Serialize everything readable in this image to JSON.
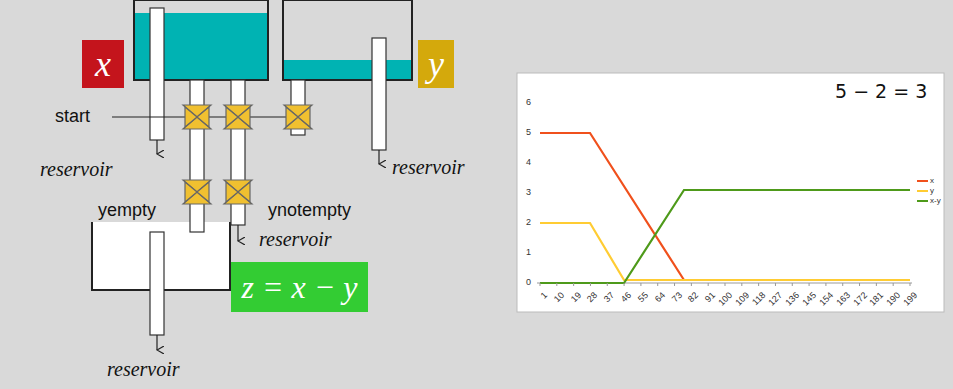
{
  "diagram": {
    "nodes": [
      {
        "text": [
          "x"
        ]
      },
      {
        "text": [
          "y"
        ]
      },
      {
        "text": [
          "z = x − y"
        ]
      }
    ],
    "labels": [
      "start",
      "reservoir",
      "reservoir",
      "yempty",
      "ynotempty",
      "reservoir",
      "reservoir",
      "5 − 2 = 3",
      "0",
      "1",
      "2",
      "3",
      "4",
      "5",
      "6",
      "1",
      "10",
      "19",
      "28",
      "37",
      "46",
      "55",
      "64",
      "73",
      "82",
      "91",
      "100",
      "109",
      "118",
      "127",
      "136",
      "145",
      "154",
      "163",
      "172",
      "181",
      "190",
      "199"
    ],
    "legend": [
      {
        "text": "x",
        "color": "#f0501c"
      },
      {
        "text": "y",
        "color": "#ffcc33"
      },
      {
        "text": "x-y",
        "color": "#4e9a1a"
      }
    ]
  }
}
